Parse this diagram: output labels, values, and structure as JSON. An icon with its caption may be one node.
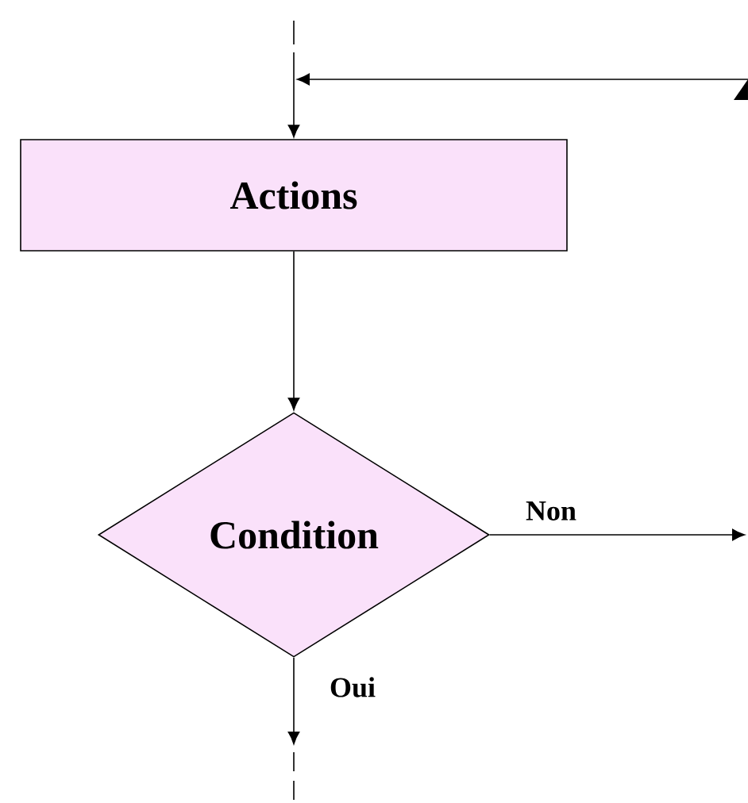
{
  "diagram": {
    "nodes": [
      {
        "text": [
          "Actions"
        ]
      },
      {
        "text": [
          "Condition"
        ]
      }
    ],
    "edges": [
      {
        "from": null,
        "to": 0,
        "arrow": "to"
      },
      {
        "from": null,
        "to": 0,
        "arrow": "to"
      },
      {
        "from": 0,
        "to": 1,
        "arrow": "to"
      },
      {
        "from": 1,
        "to": null,
        "arrow": "to",
        "label": "Non"
      },
      {
        "from": 1,
        "to": null,
        "arrow": "to",
        "label": "Oui"
      }
    ]
  }
}
